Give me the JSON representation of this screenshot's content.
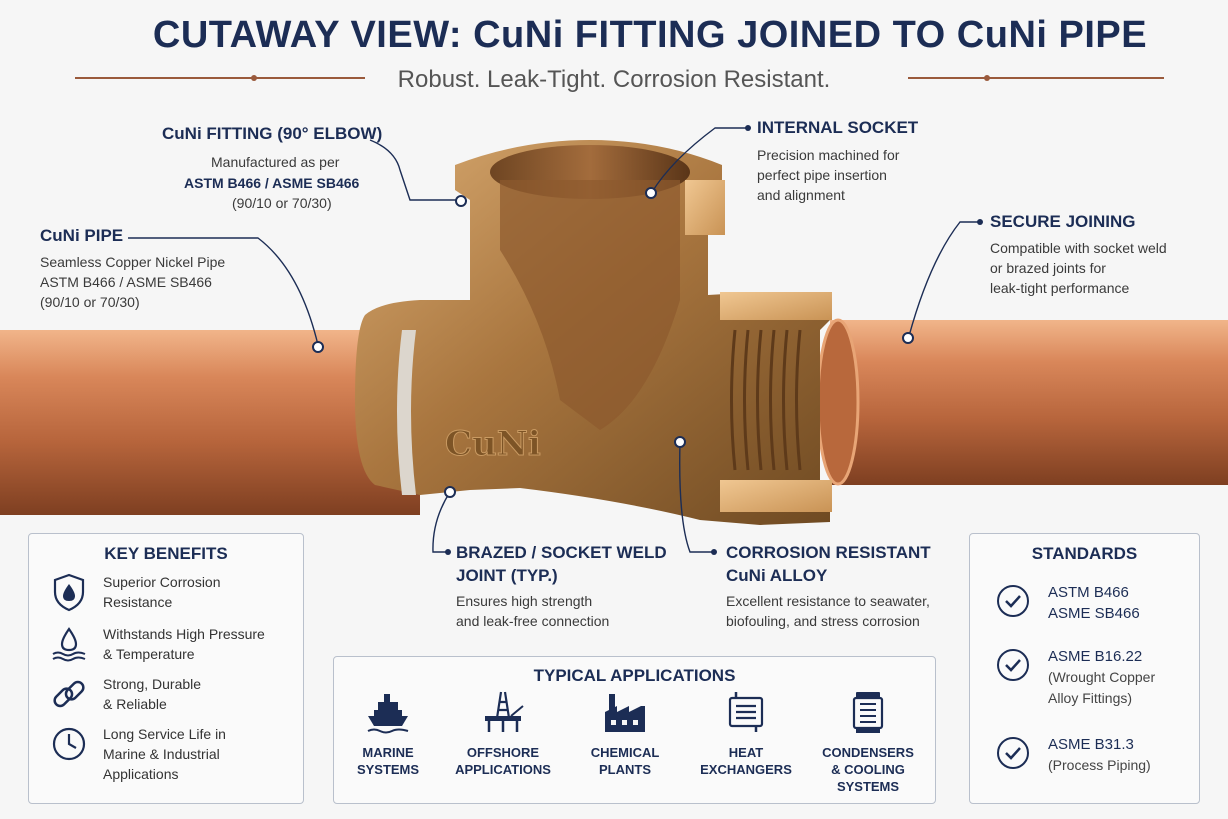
{
  "header": {
    "title": "CUTAWAY VIEW: CuNi FITTING JOINED TO CuNi PIPE",
    "subtitle": "Robust. Leak-Tight. Corrosion Resistant."
  },
  "colors": {
    "navy": "#1c2d55",
    "copper": "#c9784a",
    "bronze": "#a97a45",
    "accent_rule": "#9a5a3c"
  },
  "fitting_mark": "CuNi",
  "callouts": {
    "fitting": {
      "title": "CuNi FITTING (90° ELBOW)",
      "line1": "Manufactured as per",
      "line2": "ASTM B466 / ASME SB466",
      "line3": "(90/10 or 70/30)"
    },
    "pipe": {
      "title": "CuNi PIPE",
      "line1": "Seamless Copper Nickel Pipe",
      "line2": "ASTM B466 / ASME SB466",
      "line3": "(90/10 or 70/30)"
    },
    "socket": {
      "title": "INTERNAL SOCKET",
      "line1": "Precision machined for",
      "line2": "perfect pipe insertion",
      "line3": "and alignment"
    },
    "joining": {
      "title": "SECURE JOINING",
      "line1": "Compatible with socket weld",
      "line2": "or brazed joints for",
      "line3": "leak-tight performance"
    },
    "brazed": {
      "title1": "BRAZED / SOCKET WELD",
      "title2": "JOINT (TYP.)",
      "line1": "Ensures high strength",
      "line2": "and leak-free connection"
    },
    "corrosion": {
      "title1": "CORROSION RESISTANT",
      "title2": "CuNi ALLOY",
      "line1": "Excellent resistance to seawater,",
      "line2": "biofouling, and stress corrosion"
    }
  },
  "benefits": {
    "title": "KEY BENEFITS",
    "items": [
      {
        "icon": "shield-drop-icon",
        "line1": "Superior Corrosion",
        "line2": "Resistance",
        "line3": ""
      },
      {
        "icon": "drop-waves-icon",
        "line1": "Withstands High Pressure",
        "line2": "& Temperature",
        "line3": ""
      },
      {
        "icon": "chain-link-icon",
        "line1": "Strong, Durable",
        "line2": "& Reliable",
        "line3": ""
      },
      {
        "icon": "clock-icon",
        "line1": "Long Service Life in",
        "line2": "Marine & Industrial",
        "line3": "Applications"
      }
    ]
  },
  "applications": {
    "title": "TYPICAL APPLICATIONS",
    "items": [
      {
        "icon": "ship-icon",
        "line1": "MARINE",
        "line2": "SYSTEMS",
        "line3": ""
      },
      {
        "icon": "offshore-rig-icon",
        "line1": "OFFSHORE",
        "line2": "APPLICATIONS",
        "line3": ""
      },
      {
        "icon": "factory-icon",
        "line1": "CHEMICAL",
        "line2": "PLANTS",
        "line3": ""
      },
      {
        "icon": "heat-exchanger-icon",
        "line1": "HEAT",
        "line2": "EXCHANGERS",
        "line3": ""
      },
      {
        "icon": "condenser-icon",
        "line1": "CONDENSERS",
        "line2": "& COOLING",
        "line3": "SYSTEMS"
      }
    ]
  },
  "standards": {
    "title": "STANDARDS",
    "items": [
      {
        "line1": "ASTM B466",
        "line2": "ASME SB466",
        "line3": ""
      },
      {
        "line1": "ASME B16.22",
        "line2": "(Wrought Copper",
        "line3": "Alloy Fittings)"
      },
      {
        "line1": "ASME B31.3",
        "line2": "(Process Piping)",
        "line3": ""
      }
    ]
  }
}
